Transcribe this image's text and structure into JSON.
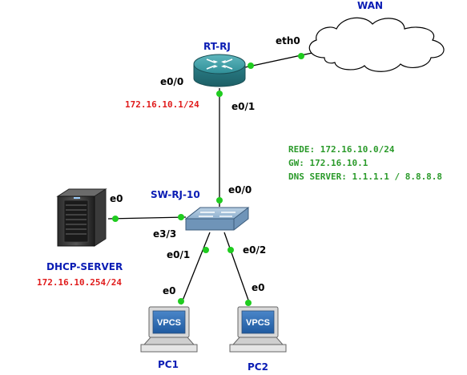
{
  "nodes": {
    "wan": {
      "label": "WAN"
    },
    "router": {
      "label": "RT-RJ"
    },
    "switch": {
      "label": "SW-RJ-10"
    },
    "server": {
      "label": "DHCP-SERVER",
      "ip": "172.16.10.254/24"
    },
    "pc1": {
      "label": "PC1",
      "screen": "VPCS"
    },
    "pc2": {
      "label": "PC2",
      "screen": "VPCS"
    }
  },
  "interfaces": {
    "router_eth0": "eth0",
    "router_e00": "e0/0",
    "router_e01": "e0/1",
    "router_ip": "172.16.10.1/24",
    "switch_e00": "e0/0",
    "switch_e33": "e3/3",
    "switch_e01": "e0/1",
    "switch_e02": "e0/2",
    "server_e0": "e0",
    "pc1_e0": "e0",
    "pc2_e0": "e0"
  },
  "network_info": {
    "line1": "REDE: 172.16.10.0/24",
    "line2": "GW: 172.16.10.1",
    "line3": "DNS SERVER: 1.1.1.1 / 8.8.8.8"
  },
  "colors": {
    "link": "#000000",
    "port_dot": "#1fcc1f",
    "node_name": "#0a1cb4",
    "ip_text": "#e01b1b",
    "info_text": "#2a9a2a",
    "router_body": "#2f8f98"
  }
}
